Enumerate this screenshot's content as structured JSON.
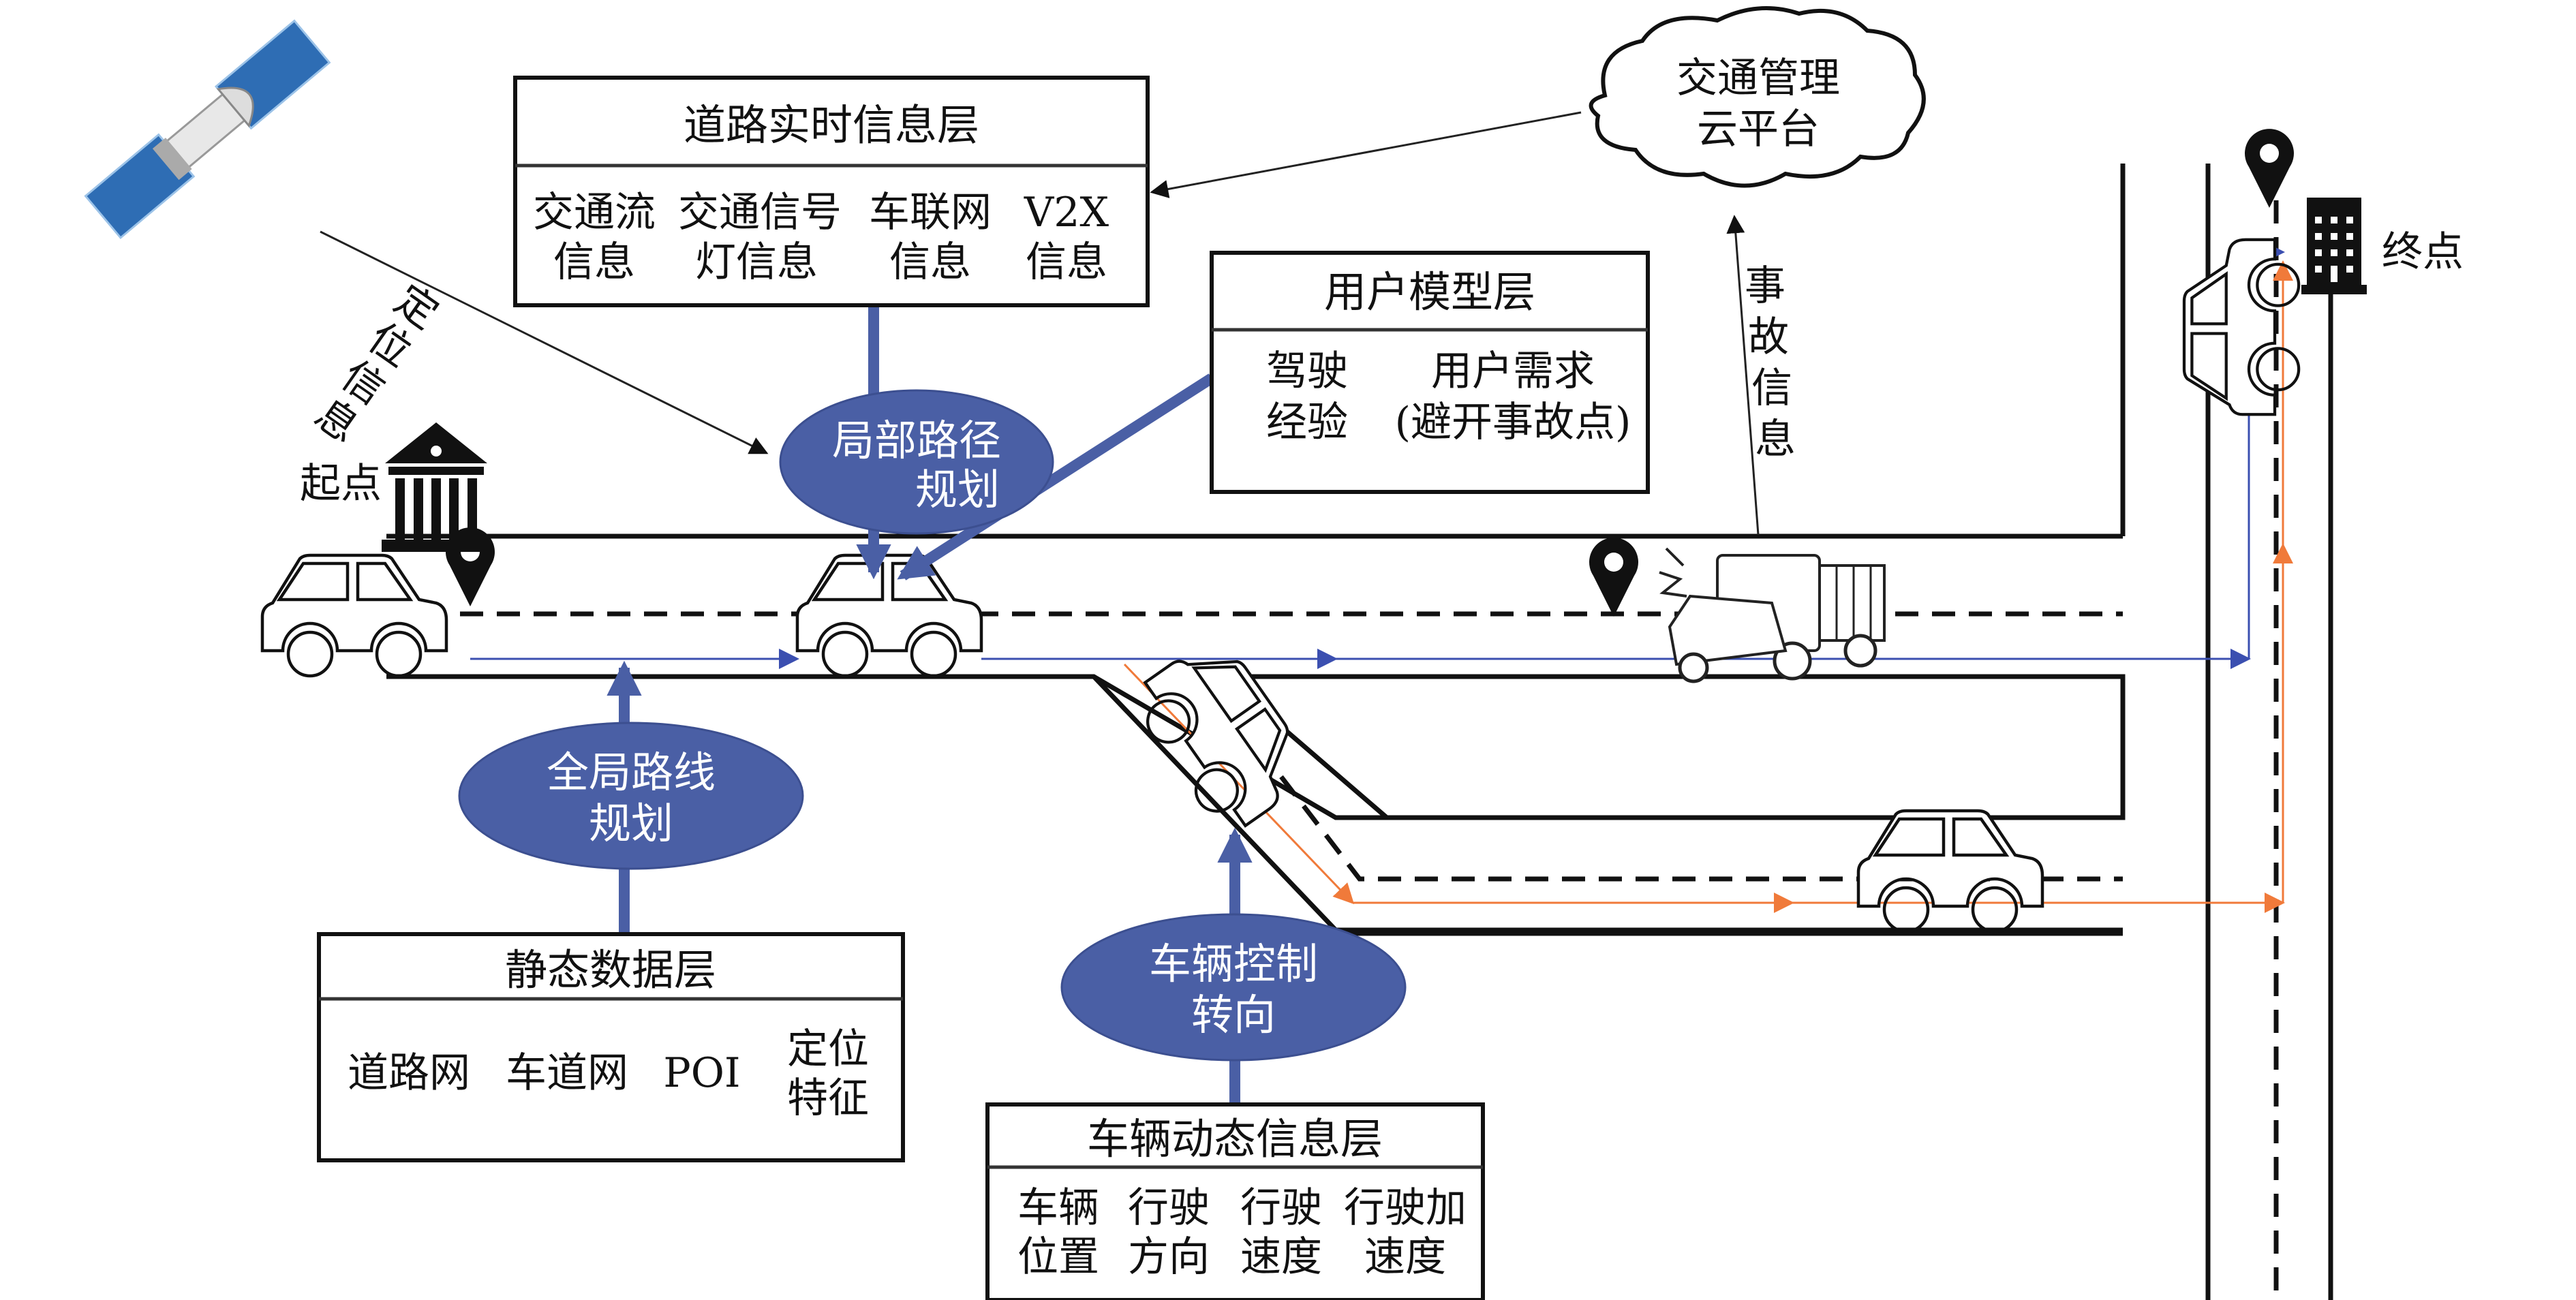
{
  "diagram": {
    "type": "intelligent-vehicle route planning architecture",
    "road_realtime_layer": {
      "title": "道路实时信息层",
      "items": [
        {
          "line1": "交通流",
          "line2": "信息"
        },
        {
          "line1": "交通信号",
          "line2": "灯信息"
        },
        {
          "line1": "车联网",
          "line2": "信息"
        },
        {
          "line1": "V2X",
          "line2": "信息"
        }
      ]
    },
    "user_model_layer": {
      "title": "用户模型层",
      "items": [
        {
          "line1": "驾驶",
          "line2": "经验"
        },
        {
          "line1": "用户需求",
          "line2": "(避开事故点)"
        }
      ]
    },
    "static_data_layer": {
      "title": "静态数据层",
      "items": [
        {
          "line1": "道路网",
          "line2": ""
        },
        {
          "line1": "车道网",
          "line2": ""
        },
        {
          "line1": "POI",
          "line2": ""
        },
        {
          "line1": "定位",
          "line2": "特征"
        }
      ]
    },
    "vehicle_dynamic_layer": {
      "title": "车辆动态信息层",
      "items": [
        {
          "line1": "车辆",
          "line2": "位置"
        },
        {
          "line1": "行驶",
          "line2": "方向"
        },
        {
          "line1": "行驶",
          "line2": "速度"
        },
        {
          "line1": "行驶加",
          "line2": "速度"
        }
      ]
    },
    "planners": {
      "local": {
        "line1": "局部路径",
        "line2": "规划"
      },
      "global": {
        "line1": "全局路线",
        "line2": "规划"
      },
      "control": {
        "line1": "车辆控制",
        "line2": "转向"
      }
    },
    "cloud": {
      "line1": "交通管理",
      "line2": "云平台"
    },
    "labels": {
      "positioning_info": [
        "定",
        "位",
        "信",
        "息"
      ],
      "accident_info": [
        "事",
        "故",
        "信",
        "息"
      ],
      "start": "起点",
      "end": "终点"
    },
    "icons": {
      "satellite": "satellite-icon",
      "start_building": "bank-building-icon",
      "end_building": "office-building-icon",
      "pin": "map-pin-icon",
      "car": "car-icon",
      "accident": "car-crash-icon"
    },
    "colors": {
      "planner_fill": "#4a5fa5",
      "original_route": "#3b4fb0",
      "rerouted_path": "#f07a3a",
      "satellite_panel": "#2e6db4"
    }
  }
}
